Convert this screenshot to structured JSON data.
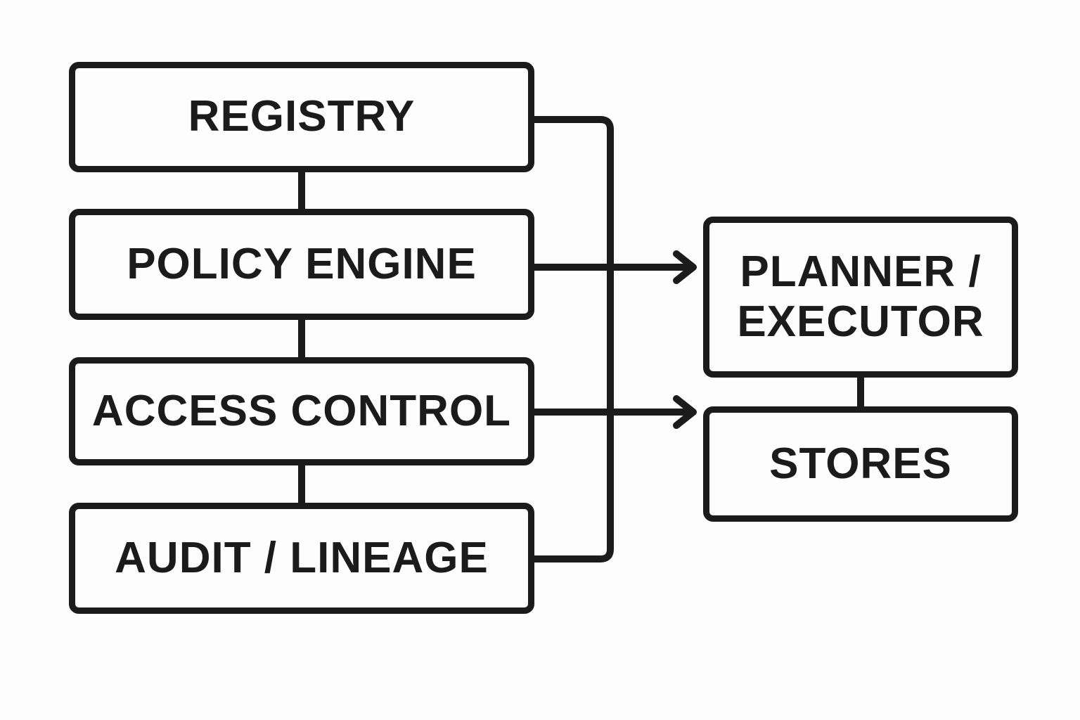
{
  "diagram": {
    "nodes": {
      "registry": {
        "label": "REGISTRY"
      },
      "policy_engine": {
        "label": "POLICY ENGINE"
      },
      "access_control": {
        "label": "ACCESS CONTROL"
      },
      "audit_lineage": {
        "label": "AUDIT / LINEAGE"
      },
      "planner_executor": {
        "label": "PLANNER /\nEXECUTOR"
      },
      "stores": {
        "label": "STORES"
      }
    },
    "edges": [
      {
        "from": "registry",
        "to": "policy_engine",
        "type": "line"
      },
      {
        "from": "policy_engine",
        "to": "access_control",
        "type": "line"
      },
      {
        "from": "access_control",
        "to": "audit_lineage",
        "type": "line"
      },
      {
        "from": "registry",
        "to": "audit_lineage",
        "type": "bus-line"
      },
      {
        "from": "policy_engine",
        "to": "planner_executor",
        "type": "arrow"
      },
      {
        "from": "access_control",
        "to": "stores",
        "type": "arrow"
      },
      {
        "from": "planner_executor",
        "to": "stores",
        "type": "line"
      }
    ],
    "colors": {
      "stroke": "#1b1b1b",
      "background": "#fdfdfd",
      "box_fill": "#fdfdfd",
      "text": "#1b1b1b"
    }
  }
}
